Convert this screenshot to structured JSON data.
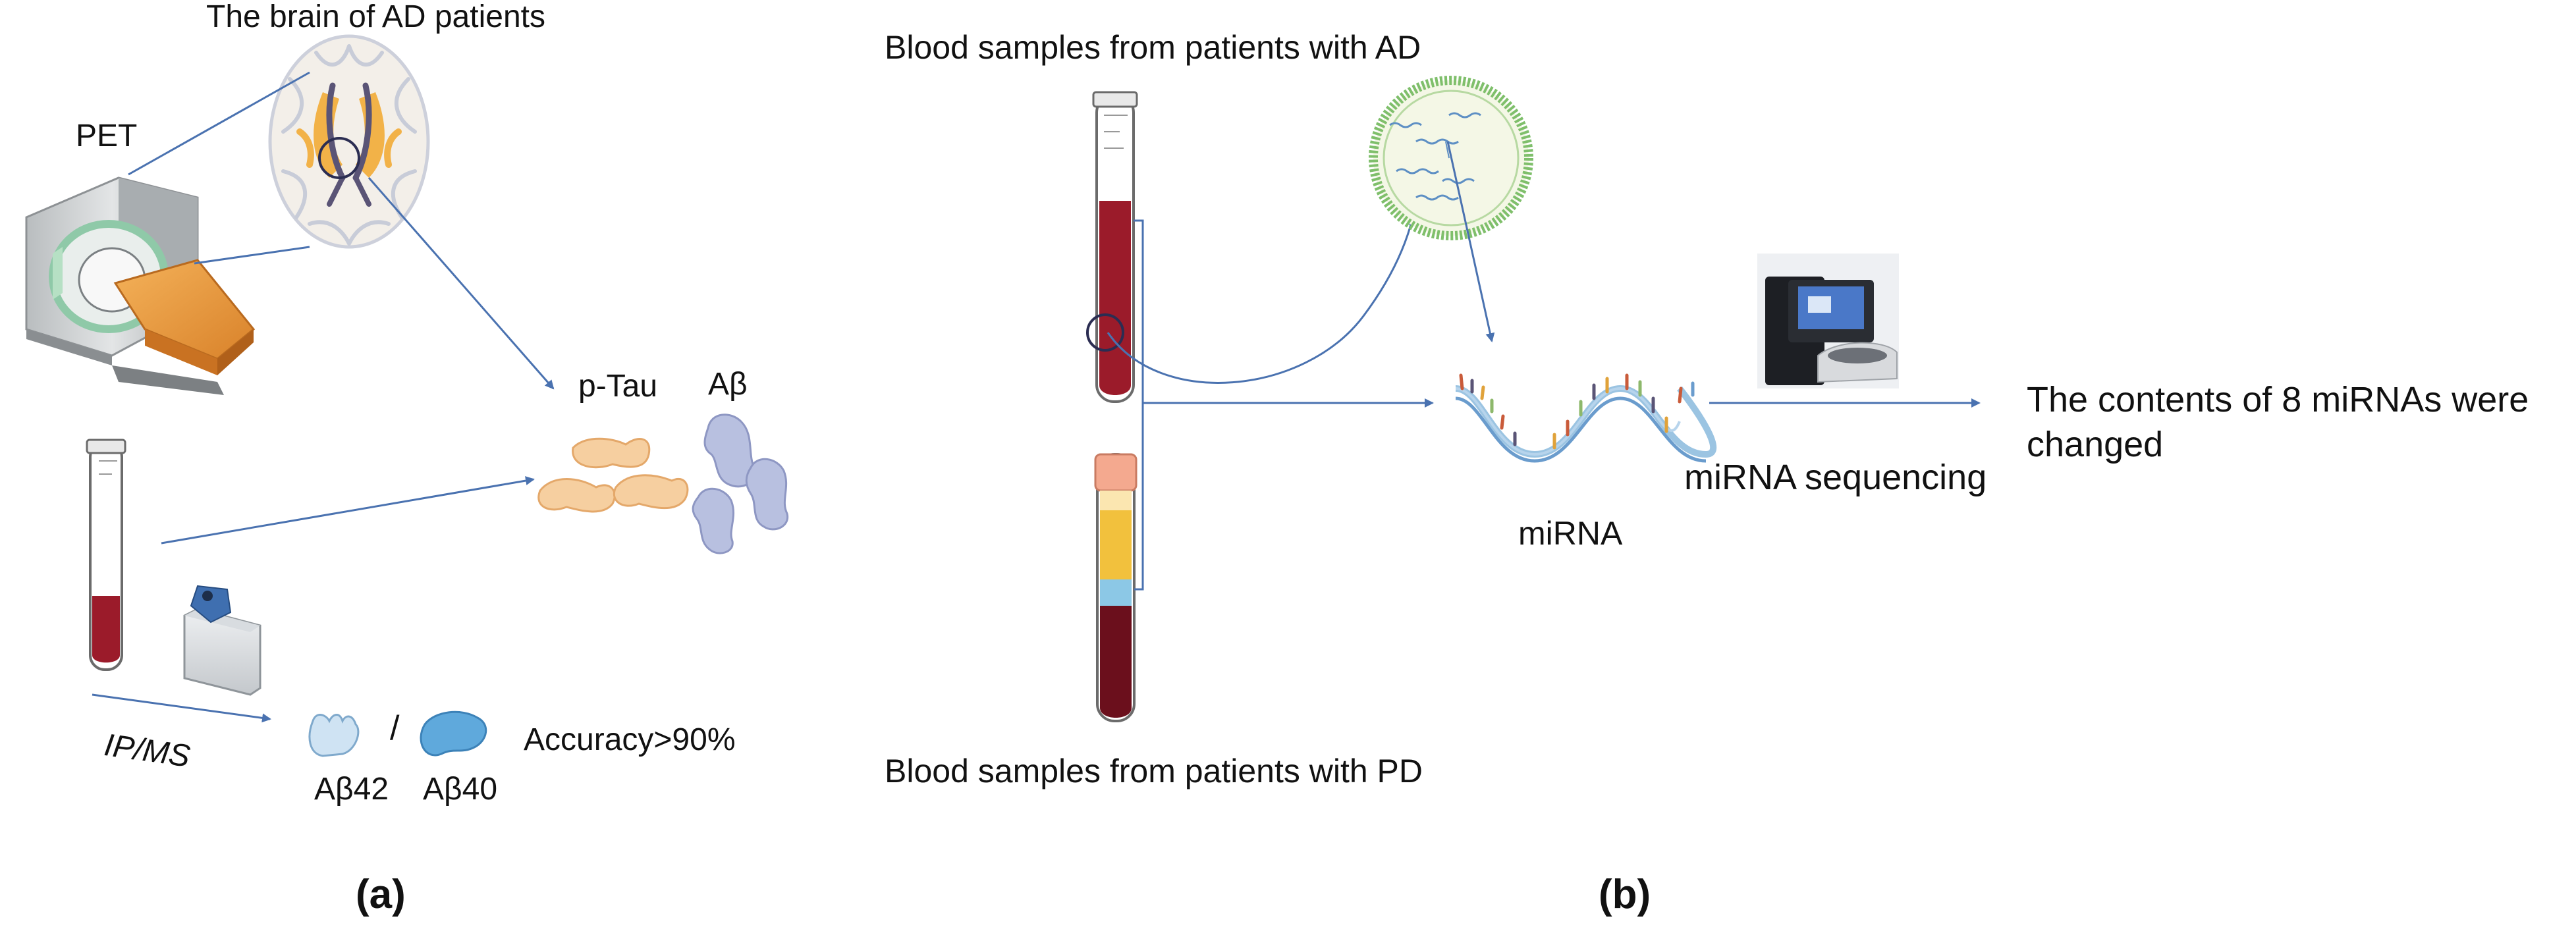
{
  "panel_a": {
    "brain_title": "The brain of AD patients",
    "pet_label": "PET",
    "ptau_label": "p-Tau",
    "abeta_label": "Aβ",
    "ipms_label": "IP/MS",
    "abeta42_label": "Aβ42",
    "slash": "/",
    "abeta40_label": "Aβ40",
    "accuracy_label": "Accuracy>90%",
    "caption": "(a)"
  },
  "panel_b": {
    "ad_samples_label": "Blood samples from patients with AD",
    "pd_samples_label": "Blood samples from patients with PD",
    "mirna_label": "miRNA",
    "sequencing_label": "miRNA sequencing",
    "result_line1": "The contents of 8 miRNAs were",
    "result_line2": "changed",
    "caption": "(b)"
  },
  "colors": {
    "arrow": "#4a72b0",
    "blood": "#9b1b2a",
    "blood_dark": "#6b0f1c",
    "plasma": "#f2c13d",
    "buffy": "#8cc8e6",
    "serum_top": "#f4a98f",
    "tau": "#f6cfa0",
    "abeta": "#b8c0e0",
    "brain_fill": "#f3efe9",
    "brain_lines": "#cdd0db",
    "brain_core": "#f2b248",
    "scanner_body": "#c9ccce",
    "scanner_ring": "#9fd6b8",
    "bed": "#e89a3a",
    "exosome_ring": "#7fbf6b",
    "exosome_fill": "#f4f7e6",
    "dna_backbone": "#9bc4e2"
  }
}
